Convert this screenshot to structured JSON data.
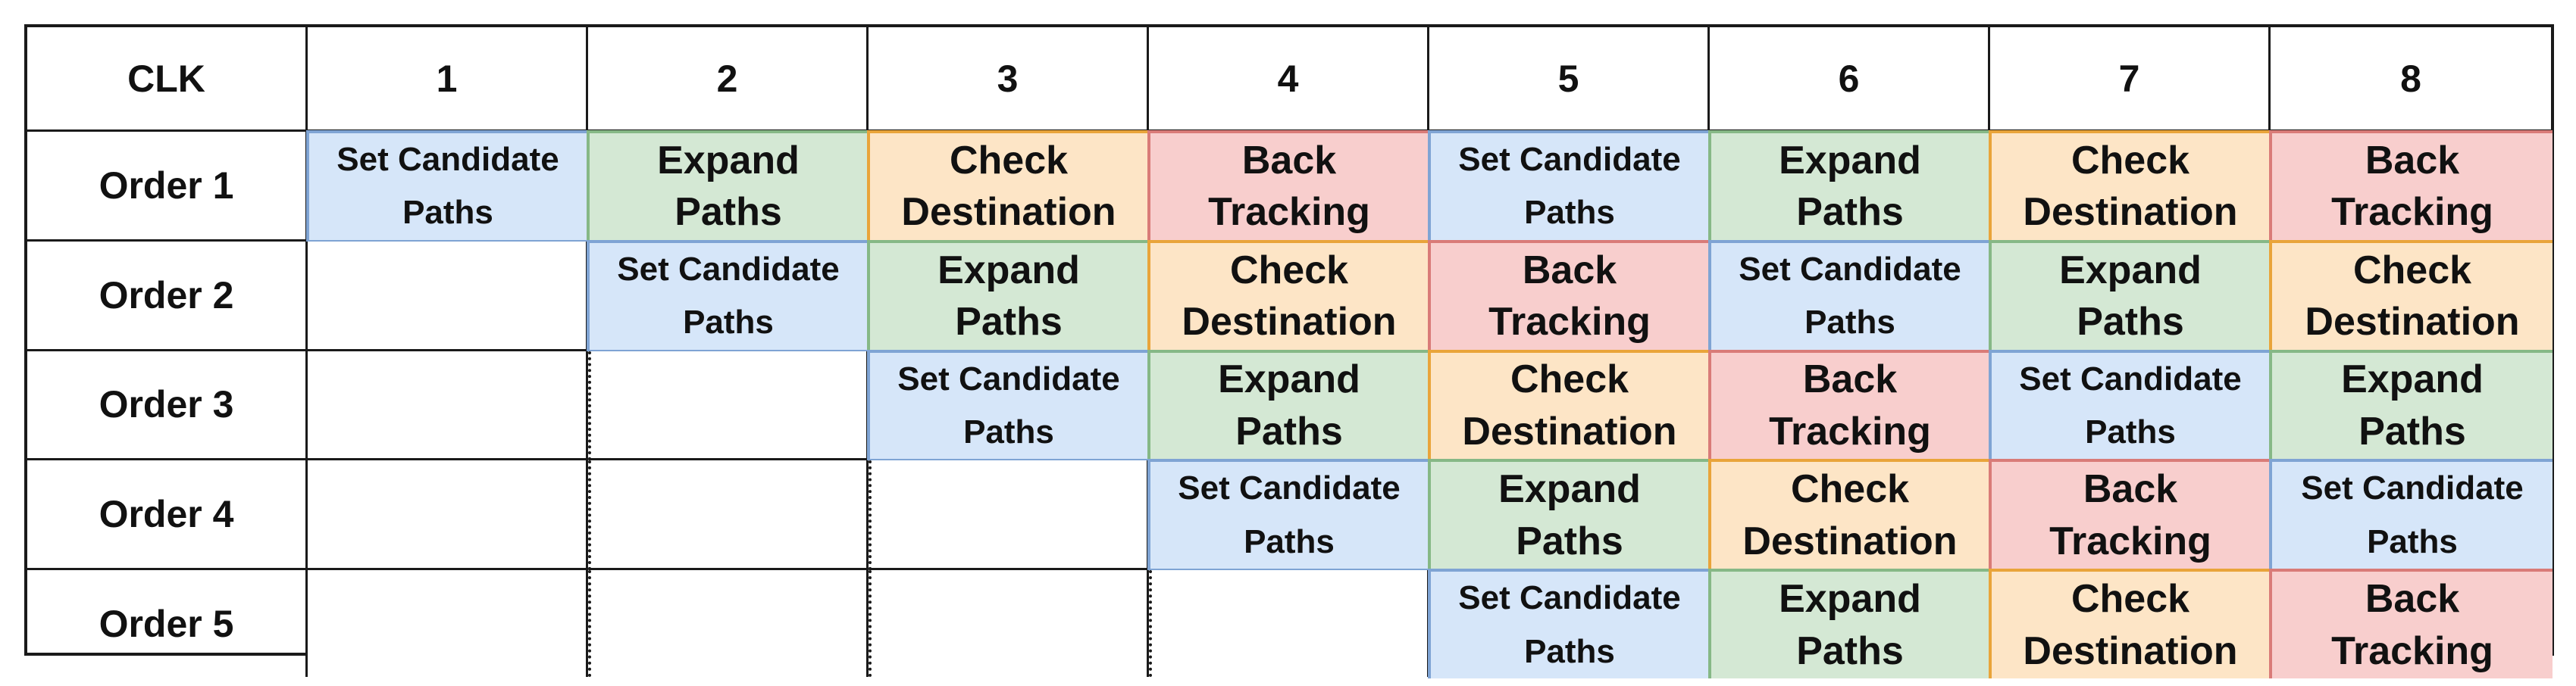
{
  "header": {
    "corner": "CLK",
    "clocks": [
      "1",
      "2",
      "3",
      "4",
      "5",
      "6",
      "7",
      "8"
    ]
  },
  "stage_labels": {
    "set": "Set Candidate\nPaths",
    "expand": "Expand\nPaths",
    "check": "Check\nDestination",
    "back": "Back\nTracking"
  },
  "stage_colors": {
    "set": "#d6e6f9",
    "expand": "#d4e8d4",
    "check": "#fde5c6",
    "back": "#f8cecd"
  },
  "rows": [
    {
      "label": "Order 1",
      "cells": [
        "set",
        "expand",
        "check",
        "back",
        "set",
        "expand",
        "check",
        "back"
      ]
    },
    {
      "label": "Order 2",
      "cells": [
        "",
        "set",
        "expand",
        "check",
        "back",
        "set",
        "expand",
        "check"
      ]
    },
    {
      "label": "Order 3",
      "cells": [
        "",
        "",
        "set",
        "expand",
        "check",
        "back",
        "set",
        "expand"
      ]
    },
    {
      "label": "Order 4",
      "cells": [
        "",
        "",
        "",
        "set",
        "expand",
        "check",
        "back",
        "set"
      ]
    },
    {
      "label": "Order 5",
      "cells": [
        "",
        "",
        "",
        "",
        "set",
        "expand",
        "check",
        "back"
      ]
    }
  ]
}
